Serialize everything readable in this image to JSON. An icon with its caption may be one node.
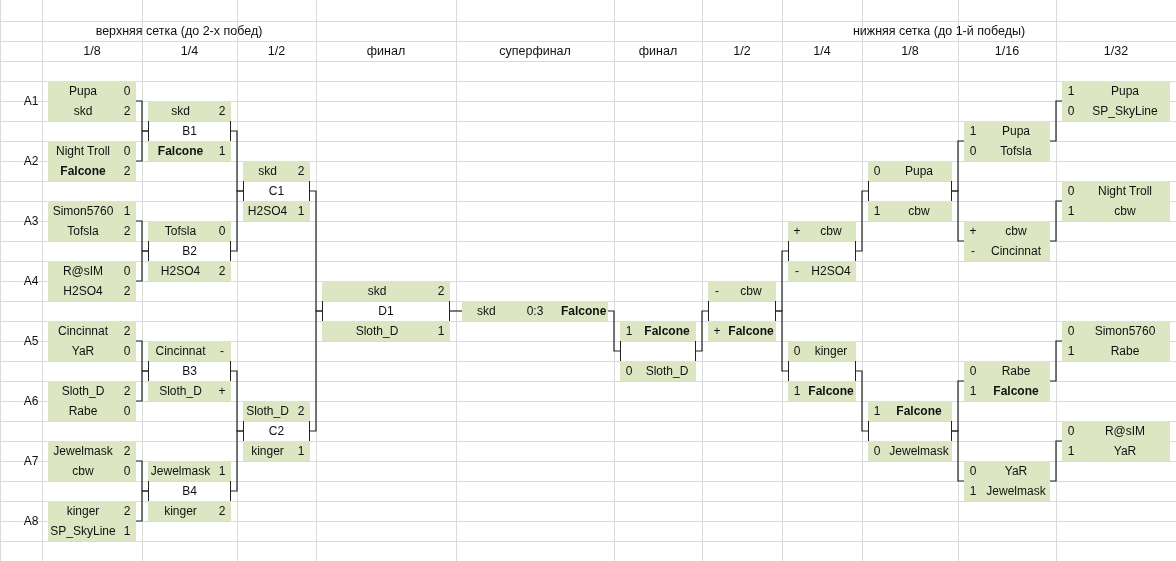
{
  "diagram": {
    "nodes": [
      {
        "text": [
          "Pupa",
          "0",
          "skd",
          "2"
        ],
        "beside": [
          "A1"
        ]
      },
      {
        "text": [
          "Night Troll",
          "0",
          "Falcone",
          "2"
        ],
        "beside": [
          "A2"
        ]
      },
      {
        "text": [
          "Simon5760",
          "1",
          "Tofsla",
          "2"
        ],
        "beside": [
          "A3"
        ]
      },
      {
        "text": [
          "R@sIM",
          "0",
          "H2SO4",
          "2"
        ],
        "beside": [
          "A4"
        ]
      },
      {
        "text": [
          "Cincinnat",
          "2",
          "YaR",
          "0"
        ],
        "beside": [
          "A5"
        ]
      },
      {
        "text": [
          "Sloth_D",
          "2",
          "Rabe",
          "0"
        ],
        "beside": [
          "A6"
        ]
      },
      {
        "text": [
          "Jewelmask",
          "2",
          "cbw",
          "0"
        ],
        "beside": [
          "A7"
        ]
      },
      {
        "text": [
          "kinger",
          "2",
          "SP_SkyLine",
          "1"
        ],
        "beside": [
          "A8"
        ]
      },
      {
        "text": [
          "skd",
          "2",
          "B1",
          "Falcone",
          "1"
        ]
      },
      {
        "text": [
          "Tofsla",
          "0",
          "B2",
          "H2SO4",
          "2"
        ]
      },
      {
        "text": [
          "Cincinnat",
          "-",
          "B3",
          "Sloth_D",
          "+"
        ]
      },
      {
        "text": [
          "Jewelmask",
          "1",
          "B4",
          "kinger",
          "2"
        ]
      },
      {
        "text": [
          "skd",
          "2",
          "C1",
          "H2SO4",
          "1"
        ]
      },
      {
        "text": [
          "Sloth_D",
          "2",
          "C2",
          "kinger",
          "1"
        ]
      },
      {
        "text": [
          "skd",
          "2",
          "D1",
          "Sloth_D",
          "1"
        ]
      },
      {
        "text": [
          "skd",
          "0:3",
          "Falcone"
        ]
      },
      {
        "text": [
          "1",
          "Falcone",
          "0",
          "Sloth_D"
        ]
      },
      {
        "text": [
          "-",
          "cbw",
          "+",
          "Falcone"
        ]
      },
      {
        "text": [
          "+",
          "cbw",
          "-",
          "H2SO4"
        ]
      },
      {
        "text": [
          "0",
          "kinger",
          "1",
          "Falcone"
        ]
      },
      {
        "text": [
          "0",
          "Pupa",
          "1",
          "cbw"
        ]
      },
      {
        "text": [
          "1",
          "Falcone",
          "0",
          "Jewelmask"
        ]
      },
      {
        "text": [
          "1",
          "Pupa",
          "0",
          "Tofsla"
        ]
      },
      {
        "text": [
          "+",
          "cbw",
          "-",
          "Cincinnat"
        ]
      },
      {
        "text": [
          "0",
          "Rabe",
          "1",
          "Falcone"
        ]
      },
      {
        "text": [
          "0",
          "YaR",
          "1",
          "Jewelmask"
        ]
      },
      {
        "text": [
          "1",
          "Pupa",
          "0",
          "SP_SkyLine"
        ]
      },
      {
        "text": [
          "0",
          "Night Troll",
          "1",
          "cbw"
        ]
      },
      {
        "text": [
          "0",
          "Simon5760",
          "1",
          "Rabe"
        ]
      },
      {
        "text": [
          "0",
          "R@sIM",
          "1",
          "YaR"
        ]
      }
    ],
    "edges": [
      {
        "from": 0,
        "to": 8,
        "arrow": "none"
      },
      {
        "from": 1,
        "to": 8,
        "arrow": "none"
      },
      {
        "from": 2,
        "to": 9,
        "arrow": "none"
      },
      {
        "from": 3,
        "to": 9,
        "arrow": "none"
      },
      {
        "from": 4,
        "to": 10,
        "arrow": "none"
      },
      {
        "from": 5,
        "to": 10,
        "arrow": "none"
      },
      {
        "from": 6,
        "to": 11,
        "arrow": "none"
      },
      {
        "from": 7,
        "to": 11,
        "arrow": "none"
      },
      {
        "from": 8,
        "to": 12,
        "arrow": "none"
      },
      {
        "from": 9,
        "to": 12,
        "arrow": "none"
      },
      {
        "from": 10,
        "to": 13,
        "arrow": "none"
      },
      {
        "from": 11,
        "to": 13,
        "arrow": "none"
      },
      {
        "from": 12,
        "to": 14,
        "arrow": "none"
      },
      {
        "from": 13,
        "to": 14,
        "arrow": "none"
      },
      {
        "from": 14,
        "to": 15,
        "arrow": "none"
      },
      {
        "from": 26,
        "to": 22,
        "arrow": "none"
      },
      {
        "from": 27,
        "to": 23,
        "arrow": "none"
      },
      {
        "from": 28,
        "to": 24,
        "arrow": "none"
      },
      {
        "from": 29,
        "to": 25,
        "arrow": "none"
      },
      {
        "from": 22,
        "to": 20,
        "arrow": "none"
      },
      {
        "from": 23,
        "to": 20,
        "arrow": "none"
      },
      {
        "from": 24,
        "to": 21,
        "arrow": "none"
      },
      {
        "from": 25,
        "to": 21,
        "arrow": "none"
      },
      {
        "from": 20,
        "to": 18,
        "arrow": "none"
      },
      {
        "from": 21,
        "to": 19,
        "arrow": "none"
      },
      {
        "from": 18,
        "to": 17,
        "arrow": "none"
      },
      {
        "from": 19,
        "to": 17,
        "arrow": "none"
      },
      {
        "from": 17,
        "to": 16,
        "arrow": "none"
      },
      {
        "from": 16,
        "to": 15,
        "arrow": "none"
      }
    ],
    "labels": [
      "верхняя сетка (до 2-х побед)",
      "нижняя сетка (до 1-й победы)",
      "1/8",
      "1/4",
      "1/2",
      "финал",
      "суперфинал",
      "финал",
      "1/2",
      "1/4",
      "1/8",
      "1/16",
      "1/32"
    ]
  }
}
